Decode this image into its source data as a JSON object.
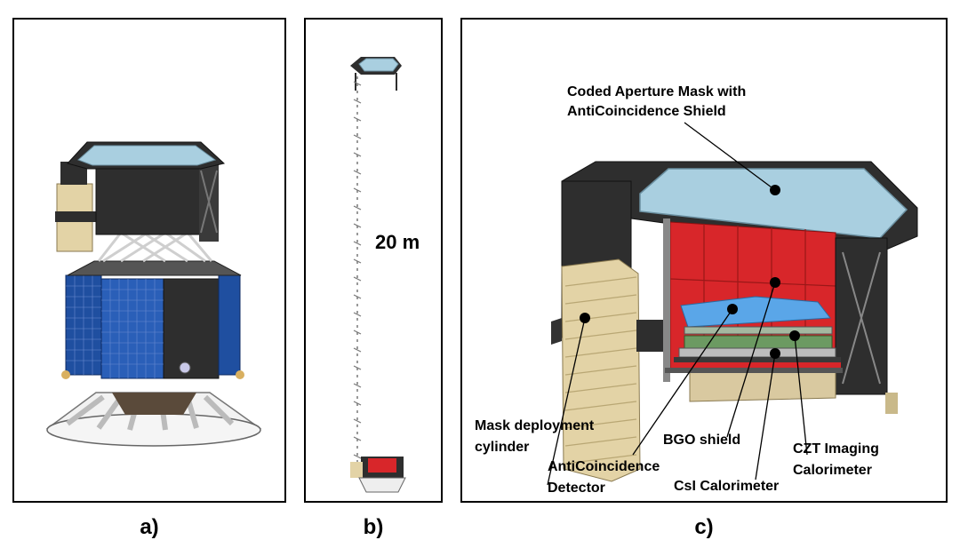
{
  "panels": {
    "a": {
      "caption": "a)"
    },
    "b": {
      "caption": "b)",
      "distance_label": "20 m"
    },
    "c": {
      "caption": "c)",
      "labels": {
        "mask_line1": "Coded Aperture Mask with",
        "mask_line2": "AntiCoincidence Shield",
        "cylinder_line1": "Mask deployment",
        "cylinder_line2": "cylinder",
        "acd_line1": "AntiCoincidence",
        "acd_line2": "Detector",
        "bgo": "BGO shield",
        "csi": "CsI  Calorimeter",
        "czt_line1": "CZT Imaging",
        "czt_line2": "Calorimeter"
      }
    }
  },
  "colors": {
    "mask_blue": "#a9cfe0",
    "structure_dark": "#2e2e2e",
    "solar_blue": "#1f4fa0",
    "shield_red": "#d8262a",
    "detector_blue": "#5aa6e8",
    "cylinder_tan": "#e3d3a6",
    "csi_tan": "#d9c9a0"
  }
}
